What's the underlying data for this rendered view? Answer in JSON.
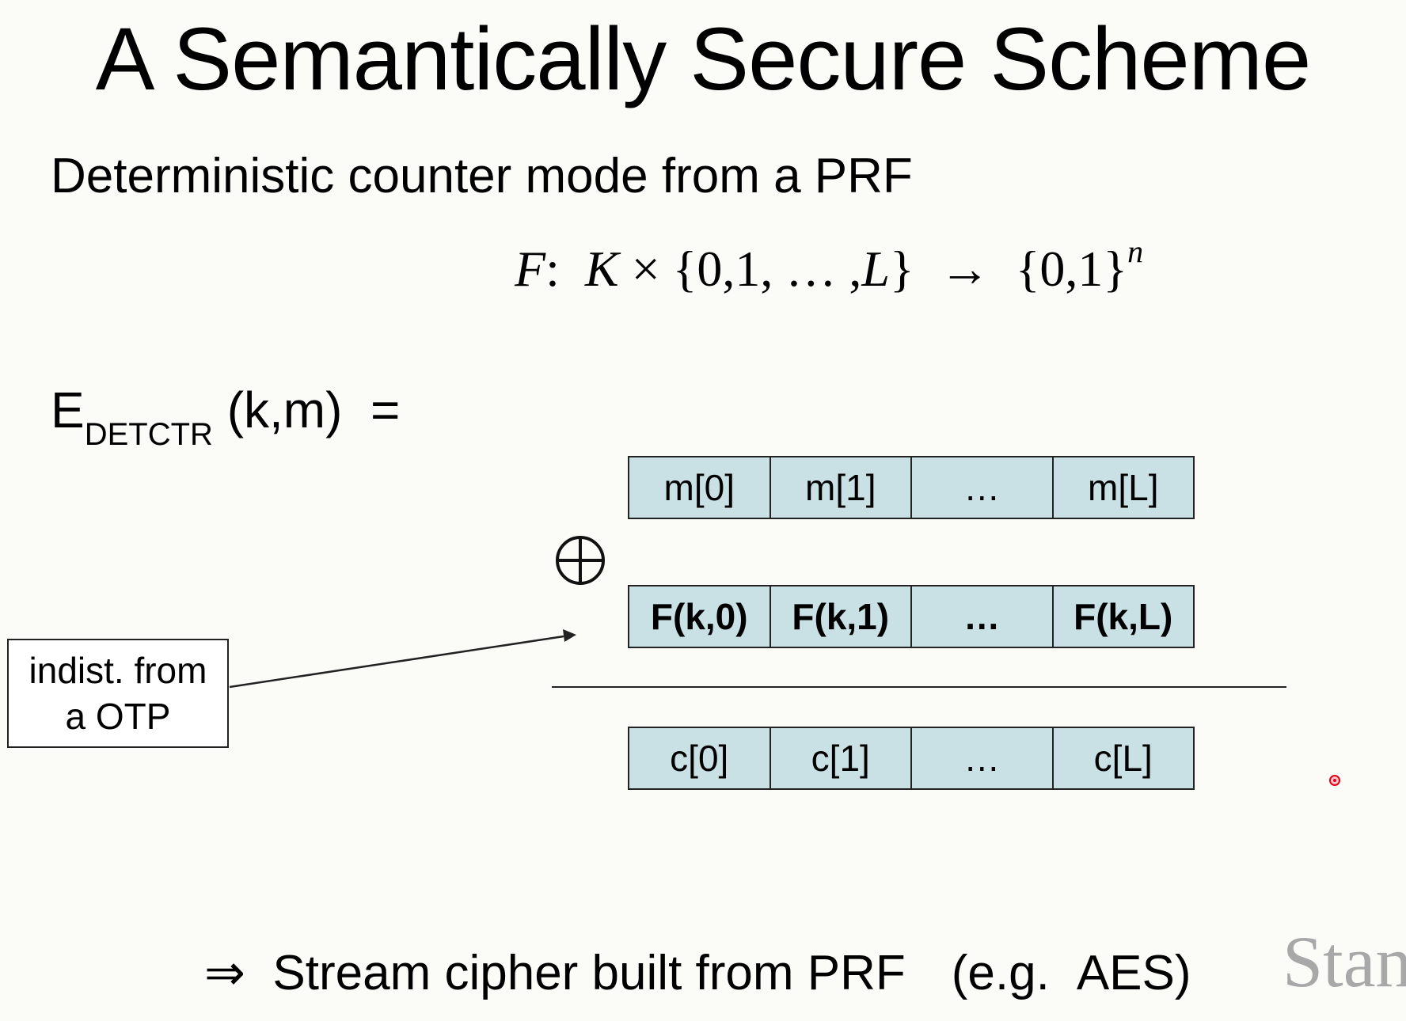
{
  "slide": {
    "title": "A Semantically Secure Scheme",
    "subtitle": "Deterministic counter mode from a PRF",
    "formula": {
      "f": "F",
      "colon": ":",
      "k": "K",
      "times": "×",
      "domain_open": "{0,1, … ,",
      "L": "L",
      "domain_close": "}",
      "arrow": "→",
      "range": "{0,1}",
      "exp": "n"
    },
    "encryption": {
      "e": "E",
      "subscript": "DETCTR",
      "args": "(k,m)",
      "equals": "="
    },
    "message_row": [
      "m[0]",
      "m[1]",
      "…",
      "m[L]"
    ],
    "prf_row": [
      "F(k,0)",
      "F(k,1)",
      "…",
      "F(k,L)"
    ],
    "cipher_row": [
      "c[0]",
      "c[1]",
      "…",
      "c[L]"
    ],
    "otp_note": {
      "line1": "indist. from",
      "line2": "a OTP"
    },
    "conclusion": {
      "implies": "⇒",
      "text": "Stream cipher built from PRF",
      "example": "(e.g.",
      "example_cipher": "AES)"
    },
    "watermark": "Stan"
  },
  "icons": {
    "xor": "xor-plus-icon",
    "pointer": "laser-pointer-icon"
  },
  "colors": {
    "background": "#fbfbf8",
    "cell_fill": "#c9e0e4",
    "watermark": "#a8a8a8",
    "pointer": "#e0001a"
  }
}
